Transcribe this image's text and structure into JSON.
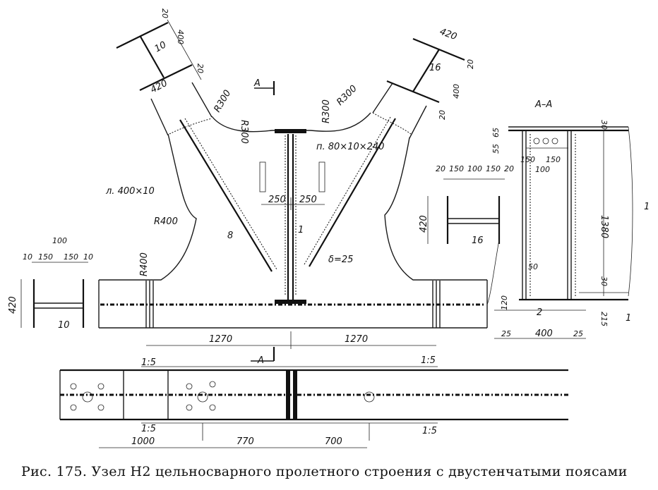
{
  "caption": "Рис. 175. Узел H2 цельносварного пролетного строения с двустенчатыми поясами",
  "section_label": "А–А",
  "cut_marks": {
    "top": "А",
    "bottom": "А"
  },
  "labels": {
    "radius_300_left_a": "R300",
    "radius_300_left_b": "R300",
    "radius_300_right_a": "R300",
    "radius_300_right_b": "R300",
    "radius_400_upper": "R400",
    "radius_400_lower": "R400",
    "plate_left": "л. 400×10",
    "plate_right": "п. 80×10×240",
    "weld_size": "8",
    "thickness": "δ=25",
    "part_1_center": "1",
    "part_1_section_top": "1",
    "part_1_section_bottom": "1",
    "part_2": "2",
    "brace_left_10": "10",
    "brace_right_16": "16",
    "mid_16": "16",
    "left_10": "10",
    "slope_top_left": "1:5",
    "slope_top_right": "1:5",
    "slope_bot_left": "1:5",
    "slope_bot_right": "1:5"
  },
  "dimensions": {
    "brace_left": {
      "w": "420",
      "a": "20",
      "b": "400",
      "c": "20"
    },
    "brace_right": {
      "w": "420",
      "a": "20",
      "b": "400",
      "c": "20"
    },
    "stiff_gap_left": "250",
    "stiff_gap_right": "250",
    "span_left": "1270",
    "span_right": "1270",
    "bottom_bolts": [
      "1000",
      "770",
      "700"
    ],
    "left_section": {
      "top": "100",
      "parts": [
        "10",
        "150",
        "150",
        "10"
      ],
      "h": "420"
    },
    "mid_section": {
      "parts": [
        "20",
        "150",
        "100",
        "150",
        "20"
      ],
      "h": "420"
    },
    "aa_section": {
      "top_parts": [
        "65",
        "55"
      ],
      "flange_parts": [
        "150",
        "100",
        "150"
      ],
      "flange_top": "30",
      "height": "1380",
      "bottom_flange": "30",
      "web_gap": "50",
      "h120": "120",
      "h215": "215",
      "bottom": [
        "25",
        "400",
        "25"
      ]
    }
  }
}
